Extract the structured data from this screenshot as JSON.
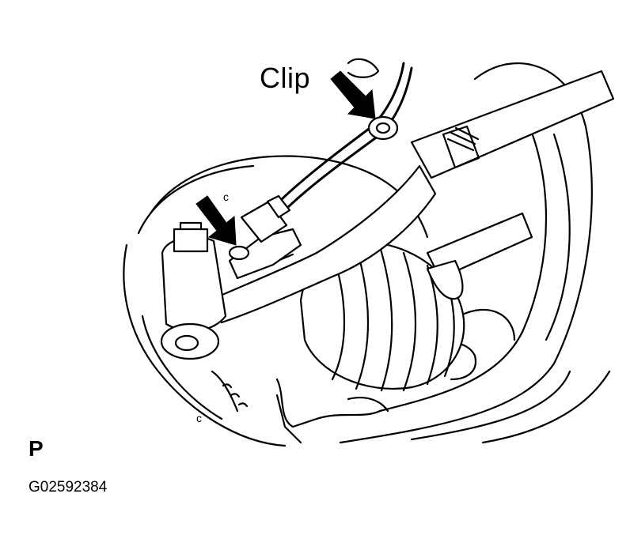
{
  "labels": {
    "clip": "Clip",
    "view_letter": "P",
    "figure_code": "G02592384"
  },
  "callouts": [
    {
      "name": "clip-arrow",
      "target": "clip"
    },
    {
      "name": "bolt-arrow",
      "target": "sensor-bolt"
    }
  ],
  "colors": {
    "line": "#000000",
    "background": "#ffffff"
  }
}
